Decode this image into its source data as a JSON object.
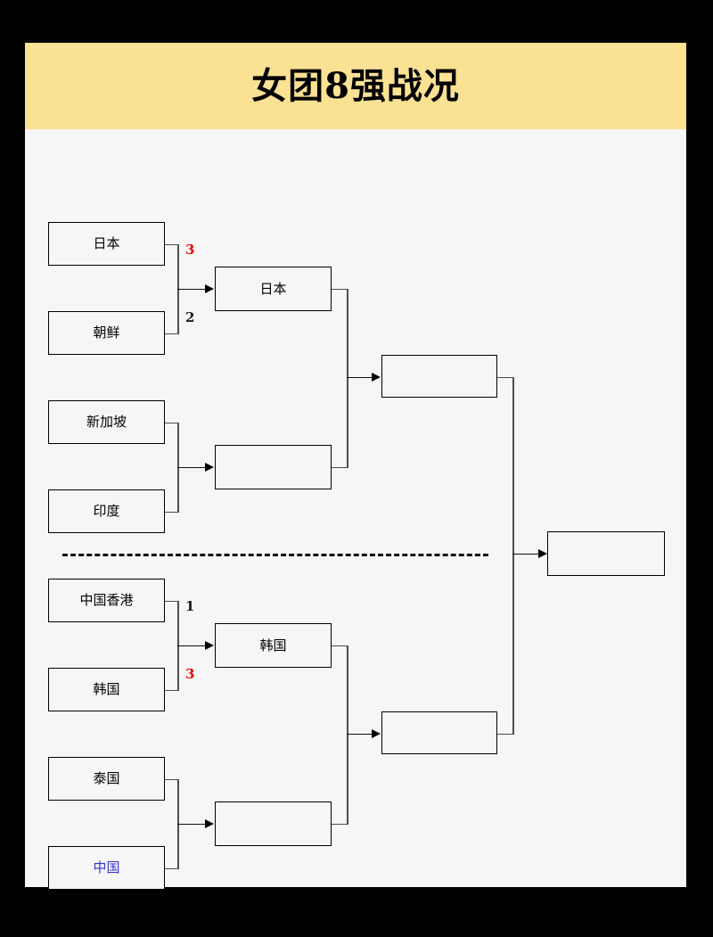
{
  "page": {
    "title": "女团8强战况",
    "background_color": "#F6F6F6",
    "banner_color": "#FBE194",
    "frame_color": "#000000"
  },
  "legend": {
    "winner_score_color": "#EE0000",
    "loser_score_color": "#1A1A1A",
    "highlight_team_color": "#3333CC"
  },
  "bracket": {
    "round1": [
      {
        "name": "日本",
        "score": "3",
        "result": "win",
        "highlight": false
      },
      {
        "name": "朝鲜",
        "score": "2",
        "result": "lose",
        "highlight": false
      },
      {
        "name": "新加坡",
        "score": "",
        "result": "",
        "highlight": false
      },
      {
        "name": "印度",
        "score": "",
        "result": "",
        "highlight": false
      },
      {
        "name": "中国香港",
        "score": "1",
        "result": "lose",
        "highlight": false
      },
      {
        "name": "韩国",
        "score": "3",
        "result": "win",
        "highlight": false
      },
      {
        "name": "泰国",
        "score": "",
        "result": "",
        "highlight": false
      },
      {
        "name": "中国",
        "score": "",
        "result": "",
        "highlight": true
      }
    ],
    "round2": [
      {
        "name": "日本"
      },
      {
        "name": ""
      },
      {
        "name": "韩国"
      },
      {
        "name": ""
      }
    ],
    "semifinals": [
      {
        "name": ""
      },
      {
        "name": ""
      }
    ],
    "final": {
      "name": ""
    }
  }
}
